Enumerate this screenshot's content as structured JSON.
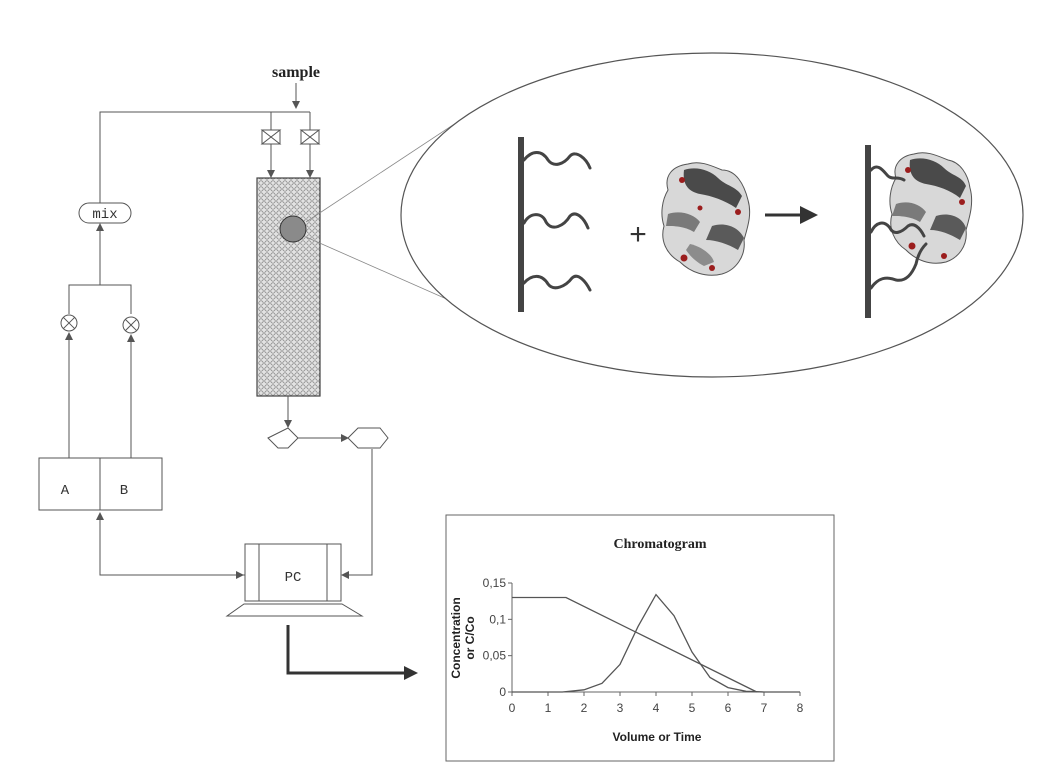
{
  "labels": {
    "sample": "sample",
    "mix": "mix",
    "tank_a": "A",
    "tank_b": "B",
    "pc": "PC",
    "plus": "+"
  },
  "chart_data": {
    "type": "line",
    "title": "Chromatogram",
    "xlabel": "Volume or Time",
    "ylabel_line1": "Concentration",
    "ylabel_line2": "or C/Co",
    "xlim": [
      0,
      8
    ],
    "ylim": [
      0,
      0.15
    ],
    "x_ticks": [
      "0",
      "1",
      "2",
      "3",
      "4",
      "5",
      "6",
      "7",
      "8"
    ],
    "y_ticks": [
      "0",
      "0,05",
      "0,1",
      "0,15"
    ],
    "series": [
      {
        "values_xy": [
          [
            0,
            0.13
          ],
          [
            1.5,
            0.13
          ],
          [
            6.8,
            0
          ]
        ]
      },
      {
        "values_xy": [
          [
            0,
            0
          ],
          [
            1.4,
            0
          ],
          [
            2.0,
            0.003
          ],
          [
            2.5,
            0.012
          ],
          [
            3.0,
            0.038
          ],
          [
            3.5,
            0.09
          ],
          [
            4.0,
            0.134
          ],
          [
            4.5,
            0.105
          ],
          [
            5.0,
            0.055
          ],
          [
            5.5,
            0.02
          ],
          [
            6.0,
            0.006
          ],
          [
            6.5,
            0.001
          ],
          [
            7.0,
            0
          ],
          [
            8.0,
            0
          ]
        ]
      }
    ]
  },
  "colors": {
    "line": "#555555",
    "column_fill": "#dcdcdc",
    "bead": "#8a8a8a",
    "surface": "#444444",
    "protein_light": "#d8d8d8",
    "protein_dark": "#4a4a4a",
    "protein_red": "#9b1d1d"
  }
}
